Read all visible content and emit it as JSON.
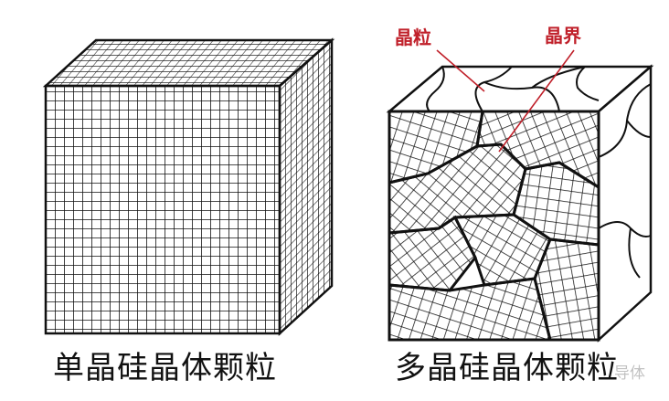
{
  "single_crystal": {
    "caption": "单晶硅晶体颗粒"
  },
  "poly_crystal": {
    "caption": "多晶硅晶体颗粒",
    "callout_grain": "晶粒",
    "callout_boundary": "晶界"
  },
  "colors": {
    "ink": "#111111",
    "callout": "#c0202a"
  },
  "watermark": "导体"
}
